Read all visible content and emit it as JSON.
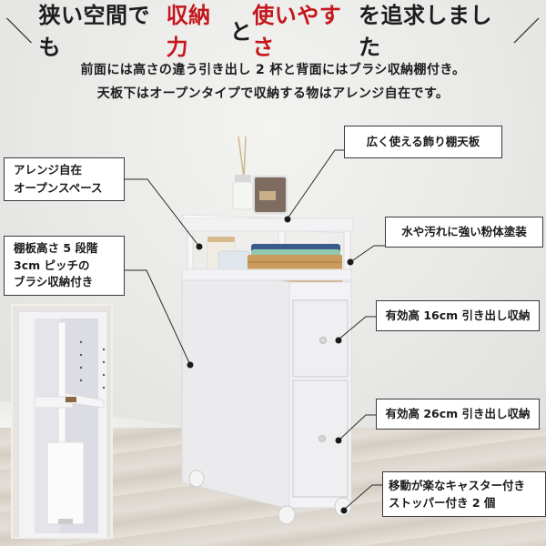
{
  "headline": {
    "part1": "狭い空間でも",
    "part2_red": "収納力",
    "part3": "と",
    "part4_red": "使いやすさ",
    "part5": "を追求しました",
    "left_slash": "＼",
    "right_slash": "／",
    "accent_color": "#c4161c"
  },
  "subtitle": {
    "line1": "前面には高さの違う引き出し 2 杯と背面にはブラシ収納棚付き。",
    "line2": "天板下はオープンタイプで収納する物はアレンジ自在です。"
  },
  "callouts": {
    "top_shelf": "広く使える飾り棚天板",
    "open_space_line1": "アレンジ自在",
    "open_space_line2": "オープンスペース",
    "powder_coat": "水や汚れに強い粉体塗装",
    "brush_line1": "棚板高さ 5 段階",
    "brush_line2": "3cm ピッチの",
    "brush_line3": "ブラシ収納付き",
    "drawer_small": "有効高 16cm 引き出し収納",
    "drawer_large": "有効高 26cm 引き出し収納",
    "caster_line1": "移動が楽なキャスター付き",
    "caster_line2": "ストッパー付き 2 個"
  },
  "colors": {
    "text": "#1c1c1c",
    "callout_border": "#3a3a3a",
    "cabinet_white": "#f4f4f6"
  }
}
